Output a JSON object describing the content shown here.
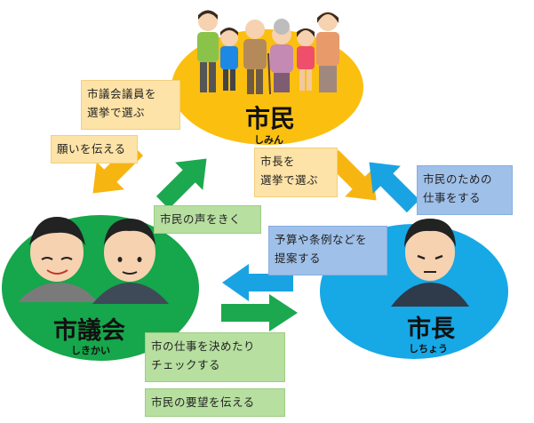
{
  "nodes": {
    "citizens": {
      "title": "市民",
      "reading": "しみん"
    },
    "council": {
      "title": "市議会",
      "reading": "しきかい"
    },
    "mayor": {
      "title": "市長",
      "reading": "しちょう"
    }
  },
  "labels": {
    "citizens_elect_council": "市議会議員を\n選挙で選ぶ",
    "citizens_convey_wishes": "願いを伝える",
    "council_listen_citizens": "市民の声をきく",
    "citizens_elect_mayor": "市長を\n選挙で選ぶ",
    "mayor_work_for_citizens": "市民のための\n仕事をする",
    "mayor_propose_budget": "予算や条例などを\n提案する",
    "council_decide_check": "市の仕事を決めたり\nチェックする",
    "council_convey_requests": "市民の要望を伝える"
  },
  "colors": {
    "citizens_ellipse": "#fbbf10",
    "council_ellipse": "#16a64b",
    "mayor_ellipse": "#17a8e6",
    "arrow_orange": "#f7b512",
    "arrow_green": "#1ca84f",
    "arrow_blue": "#1aa3e2"
  }
}
